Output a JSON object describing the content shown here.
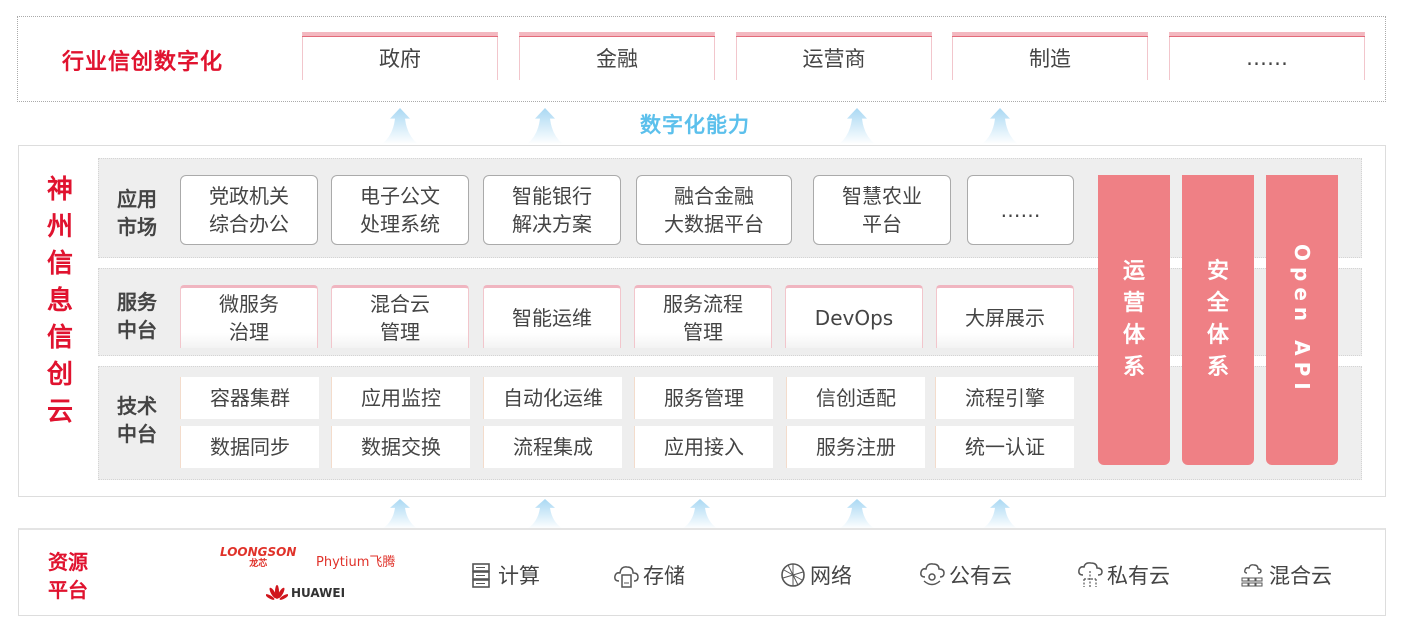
{
  "industry": {
    "title": "行业信创数字化",
    "tabs": [
      "政府",
      "金融",
      "运营商",
      "制造",
      "……"
    ]
  },
  "capability_label": "数字化能力",
  "platform": {
    "title": "神州信息信创云",
    "rows": [
      {
        "label": [
          "应用",
          "市场"
        ],
        "items": [
          [
            "党政机关",
            "综合办公"
          ],
          [
            "电子公文",
            "处理系统"
          ],
          [
            "智能银行",
            "解决方案"
          ],
          [
            "融合金融",
            "大数据平台"
          ],
          [
            "智慧农业",
            "平台"
          ],
          [
            "……",
            ""
          ]
        ]
      },
      {
        "label": [
          "服务",
          "中台"
        ],
        "items": [
          [
            "微服务",
            "治理"
          ],
          [
            "混合云",
            "管理"
          ],
          [
            "智能运维",
            ""
          ],
          [
            "服务流程",
            "管理"
          ],
          [
            "DevOps",
            ""
          ],
          [
            "大屏展示",
            ""
          ]
        ]
      },
      {
        "label": [
          "技术",
          "中台"
        ],
        "items": [
          [
            "容器集群",
            "数据同步"
          ],
          [
            "应用监控",
            "数据交换"
          ],
          [
            "自动化运维",
            "流程集成"
          ],
          [
            "服务管理",
            "应用接入"
          ],
          [
            "信创适配",
            "服务注册"
          ],
          [
            "流程引擎",
            "统一认证"
          ]
        ]
      }
    ],
    "pillars": [
      "运营体系",
      "安全体系",
      "Open API"
    ],
    "pillar_color": "#ef8085"
  },
  "resources": {
    "label": [
      "资源",
      "平台"
    ],
    "logos": {
      "loongson": "LOONGSON",
      "loongson_cn": "龙芯",
      "phytium": "Phytium飞腾",
      "huawei": "HUAWEI"
    },
    "items": [
      {
        "icon": "server-icon",
        "label": "计算"
      },
      {
        "icon": "cloud-storage-icon",
        "label": "存储"
      },
      {
        "icon": "network-icon",
        "label": "网络"
      },
      {
        "icon": "public-cloud-icon",
        "label": "公有云"
      },
      {
        "icon": "private-cloud-icon",
        "label": "私有云"
      },
      {
        "icon": "hybrid-cloud-icon",
        "label": "混合云"
      }
    ]
  },
  "colors": {
    "accent_red": "#e0132f",
    "capability_blue": "#5cc0ec",
    "pillar": "#ef8085"
  }
}
